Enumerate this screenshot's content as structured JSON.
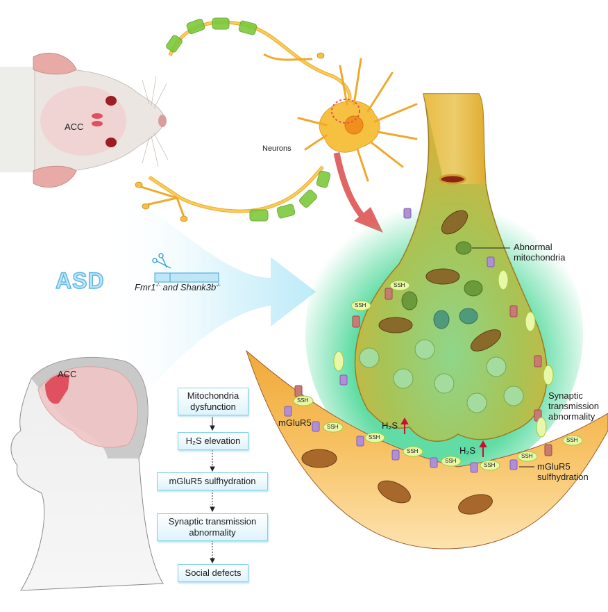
{
  "figure": {
    "title_label": "ASD",
    "gene_label": {
      "gene1": "Fmr1",
      "gene1_sup": "-/-",
      "connector": " and ",
      "gene2": "Shank3b",
      "gene2_sup": "-/-"
    },
    "mouse": {
      "region_label": "ACC"
    },
    "human": {
      "region_label": "ACC"
    },
    "neurons_label": "Neurons",
    "presynaptic": {
      "mito_label": "Abnormal\nmitochondria",
      "transmission_label": "Synaptic\ntransmission\nabnormality",
      "h2s_labels": [
        "H₂S",
        "H₂S"
      ],
      "h2s_trend": "up"
    },
    "postsynaptic": {
      "receptor_label": "mGluR5",
      "sulfhydration_label": "mGluR5\nsulfhydration",
      "tag_label": "SSH"
    },
    "flowchart": {
      "steps": [
        "Mitochondria\ndysfunction",
        "H₂S elevation",
        "mGluR5 sulfhydration",
        "Synaptic transmission\nabnormality",
        "Social defects"
      ],
      "connectors": [
        "solid",
        "dotted",
        "dotted",
        "dotted"
      ]
    },
    "colors": {
      "axon": "#f2b632",
      "myelin": "#7cc93a",
      "terminal_fill": "#d8b440",
      "terminal_glow": "#5fdca0",
      "postsynaptic": "#f4b74a",
      "mito_brown": "#9a6a2e",
      "mito_green": "#6a9a3a",
      "receptor_purple": "#b08fd6",
      "receptor_red": "#c97a74",
      "ssh_tag": "#e8f7a8",
      "arrow_red": "#e26565",
      "h2s_arrow": "#c8102e",
      "asd_blue": "#5fb7e3",
      "flow_border": "#7fd0ec"
    }
  }
}
